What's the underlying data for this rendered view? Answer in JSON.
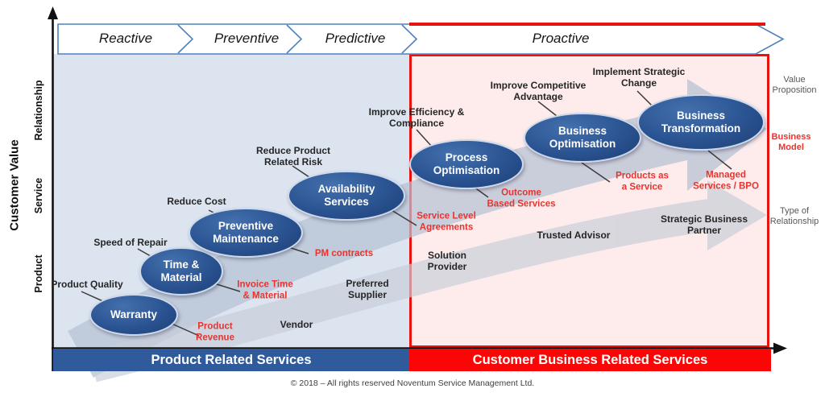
{
  "colors": {
    "bg_left": "#dce4f0",
    "bg_right": "#fdeceb",
    "red": "#e8120e",
    "red_text": "#e53530",
    "bar_red": "#fa0606",
    "bar_blue": "#2f5b9d",
    "node_blue": "#2a5391",
    "band_border_blue": "#4f81bd",
    "gray_arrow": "#b6c1d3",
    "gray_label": "#595959"
  },
  "stages": [
    {
      "label": "Reactive"
    },
    {
      "label": "Preventive"
    },
    {
      "label": "Predictive"
    },
    {
      "label": "Proactive"
    }
  ],
  "y_axis": {
    "title": "Customer Value",
    "ticks": [
      {
        "label": "Relationship"
      },
      {
        "label": "Service"
      },
      {
        "label": "Product"
      }
    ]
  },
  "nodes": [
    {
      "label": "Warranty"
    },
    {
      "label": "Time & Material"
    },
    {
      "label": "Preventive Maintenance"
    },
    {
      "label": "Availability Services"
    },
    {
      "label": "Process Optimisation"
    },
    {
      "label": "Business Optimisation"
    },
    {
      "label": "Business Transformation"
    }
  ],
  "value_drivers": [
    {
      "label": "Product Quality"
    },
    {
      "label": "Speed of Repair"
    },
    {
      "label": "Reduce Cost"
    },
    {
      "label": "Reduce Product\nRelated Risk"
    },
    {
      "label": "Improve Efficiency &\nCompliance"
    },
    {
      "label": "Improve Competitive\nAdvantage"
    },
    {
      "label": "Implement Strategic\nChange"
    }
  ],
  "business_models": [
    {
      "label": "Product\nRevenue"
    },
    {
      "label": "Invoice Time\n& Material"
    },
    {
      "label": "PM contracts"
    },
    {
      "label": "Service Level\nAgreements"
    },
    {
      "label": "Outcome\nBased Services"
    },
    {
      "label": "Products as\na Service"
    },
    {
      "label": "Managed\nServices / BPO"
    }
  ],
  "relationship_types": [
    {
      "label": "Vendor"
    },
    {
      "label": "Preferred\nSupplier"
    },
    {
      "label": "Solution\nProvider"
    },
    {
      "label": "Trusted Advisor"
    },
    {
      "label": "Strategic Business\nPartner"
    }
  ],
  "right_labels": {
    "value_proposition": "Value\nProposition",
    "business_model": "Business\nModel",
    "type_of_relationship": "Type of\nRelationship"
  },
  "bottom_bars": [
    {
      "label": "Product Related Services"
    },
    {
      "label": "Customer Business Related Services"
    }
  ],
  "footer": {
    "copyright": "© 2018 – All rights reserved Noventum Service Management Ltd."
  }
}
